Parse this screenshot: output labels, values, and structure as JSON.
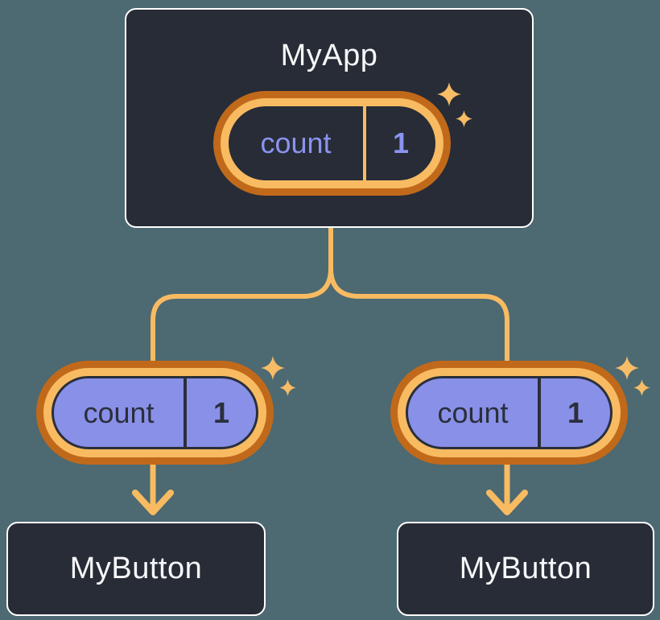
{
  "diagram_title": "component-state-tree",
  "parent": {
    "title": "MyApp",
    "state": {
      "label": "count",
      "value": "1"
    }
  },
  "children": [
    {
      "title": "MyButton",
      "state": {
        "label": "count",
        "value": "1"
      }
    },
    {
      "title": "MyButton",
      "state": {
        "label": "count",
        "value": "1"
      }
    }
  ],
  "icons": {
    "sparkle": "four-point-star",
    "arrow": "arrow-down",
    "connector": "branching-tree-lines"
  },
  "colors": {
    "background": "#4D6971",
    "card_background": "#272C36",
    "card_border": "#FFFFFF",
    "card_title_text": "#F7F8FA",
    "pill_ring_outer": "#C1691A",
    "pill_ring_inner": "#F8BB62",
    "pill_child_fill": "#8990E8",
    "pill_dark_outline": "#2A2F3B",
    "parent_state_text": "#8A93EE",
    "child_state_text": "#2A2F3B",
    "connector_line": "#F8BB62",
    "sparkle": "#F7BC66"
  }
}
